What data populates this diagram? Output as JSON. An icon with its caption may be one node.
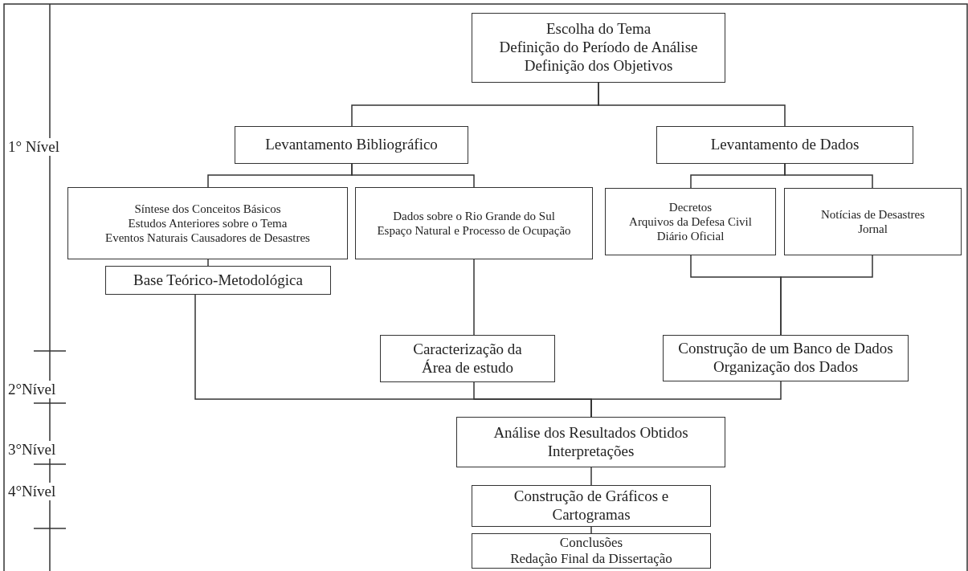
{
  "diagram": {
    "nodes": [
      {
        "text": [
          "Escolha do Tema",
          "Definição do Período de Análise",
          "Definição dos Objetivos"
        ]
      },
      {
        "text": [
          "Levantamento Bibliográfico"
        ]
      },
      {
        "text": [
          "Levantamento de Dados"
        ]
      },
      {
        "text": [
          "Síntese dos Conceitos Básicos",
          "Estudos Anteriores sobre o Tema",
          "Eventos Naturais Causadores de Desastres"
        ]
      },
      {
        "text": [
          "Dados sobre o Rio Grande do Sul",
          "Espaço Natural e Processo de Ocupação"
        ]
      },
      {
        "text": [
          "Decretos",
          "Arquivos da Defesa Civil",
          "Diário Oficial"
        ]
      },
      {
        "text": [
          "Notícias de Desastres",
          "Jornal"
        ]
      },
      {
        "text": [
          "Base Teórico-Metodológica"
        ]
      },
      {
        "text": [
          "Caracterização da Área de estudo"
        ]
      },
      {
        "text": [
          "Construção de um Banco de Dados",
          "Organização dos Dados"
        ]
      },
      {
        "text": [
          "Análise dos Resultados Obtidos",
          "Interpretações"
        ]
      },
      {
        "text": [
          "Construção de Gráficos e Cartogramas"
        ]
      },
      {
        "text": [
          "Conclusões",
          "Redação Final da Dissertação"
        ]
      }
    ],
    "edges": [
      {
        "from": 0,
        "to": 1,
        "arrow": "none"
      },
      {
        "from": 0,
        "to": 2,
        "arrow": "none"
      },
      {
        "from": 1,
        "to": 3,
        "arrow": "none"
      },
      {
        "from": 1,
        "to": 4,
        "arrow": "none"
      },
      {
        "from": 2,
        "to": 5,
        "arrow": "none"
      },
      {
        "from": 2,
        "to": 6,
        "arrow": "none"
      },
      {
        "from": 3,
        "to": 7,
        "arrow": "none"
      },
      {
        "from": 4,
        "to": 8,
        "arrow": "none"
      },
      {
        "from": 5,
        "to": 9,
        "arrow": "none"
      },
      {
        "from": 6,
        "to": 9,
        "arrow": "none"
      },
      {
        "from": 7,
        "to": 10,
        "arrow": "none"
      },
      {
        "from": 8,
        "to": 10,
        "arrow": "none"
      },
      {
        "from": 9,
        "to": 10,
        "arrow": "none"
      },
      {
        "from": 10,
        "to": 11,
        "arrow": "none"
      },
      {
        "from": 11,
        "to": 12,
        "arrow": "none"
      }
    ],
    "labels": [
      "1° Nível",
      "2°Nível",
      "3°Nível",
      "4°Nível"
    ]
  }
}
